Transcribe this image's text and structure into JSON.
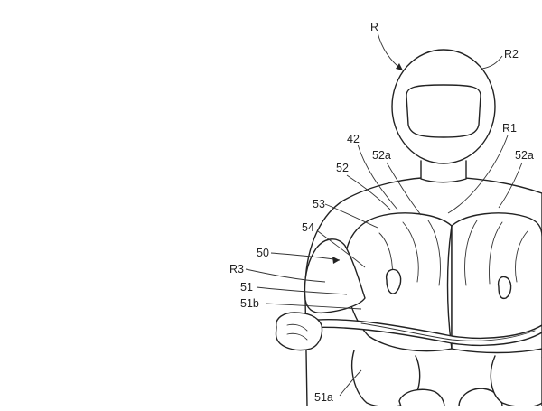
{
  "labels": {
    "R": "R",
    "R2": "R2",
    "R1": "R1",
    "n42": "42",
    "n52a_left": "52a",
    "n52a_right": "52a",
    "n52": "52",
    "n53": "53",
    "n54": "54",
    "n50": "50",
    "R3": "R3",
    "n51": "51",
    "n51b": "51b",
    "n51a": "51a"
  },
  "colors": {
    "line": "#222222",
    "background": "#ffffff"
  }
}
